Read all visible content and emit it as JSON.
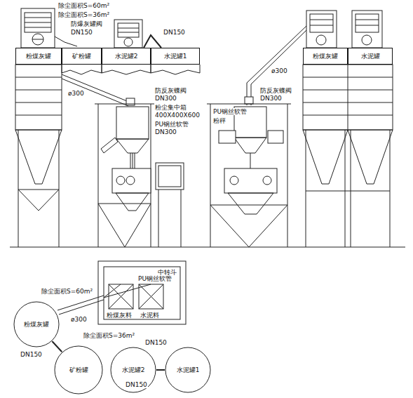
{
  "diagram": {
    "nodes": [
      {
        "text": [
          "粉煤灰罐"
        ]
      },
      {
        "text": [
          "矿粉罐"
        ]
      },
      {
        "text": [
          "水泥罐2"
        ]
      },
      {
        "text": [
          "水泥罐1"
        ]
      },
      {
        "text": [
          "粉煤灰罐"
        ]
      },
      {
        "text": [
          "水泥罐"
        ]
      },
      {
        "text": [
          "粉煤灰罐"
        ]
      },
      {
        "text": [
          "矿粉罐"
        ]
      },
      {
        "text": [
          "水泥罐2"
        ]
      },
      {
        "text": [
          "水泥罐1"
        ]
      }
    ],
    "edges": [
      {
        "from": 2,
        "to": 3,
        "arrow": "none"
      },
      {
        "from": 6,
        "to": 7,
        "arrow": "none"
      },
      {
        "from": 8,
        "to": 9,
        "arrow": "none"
      }
    ],
    "labels": [
      "除尘面积S=60m²",
      "除尘面积S=36m²",
      "防爆灰罐阀",
      "DN150",
      "DN150",
      "ø300",
      "防反灰蝶阀",
      "DN300",
      "粉尘集中箱",
      "400X400X600",
      "PU钢丝软管",
      "DN300",
      "ø300",
      "防反灰蝶阀",
      "DN300",
      "PU钢丝软管",
      "粉秤",
      "中转斗",
      "PU钢丝软管",
      "粉煤灰料",
      "水泥料",
      "除尘面积S=60m²",
      "ø300",
      "DN150",
      "除尘面积S=36m²",
      "DN150",
      "DN150"
    ]
  }
}
